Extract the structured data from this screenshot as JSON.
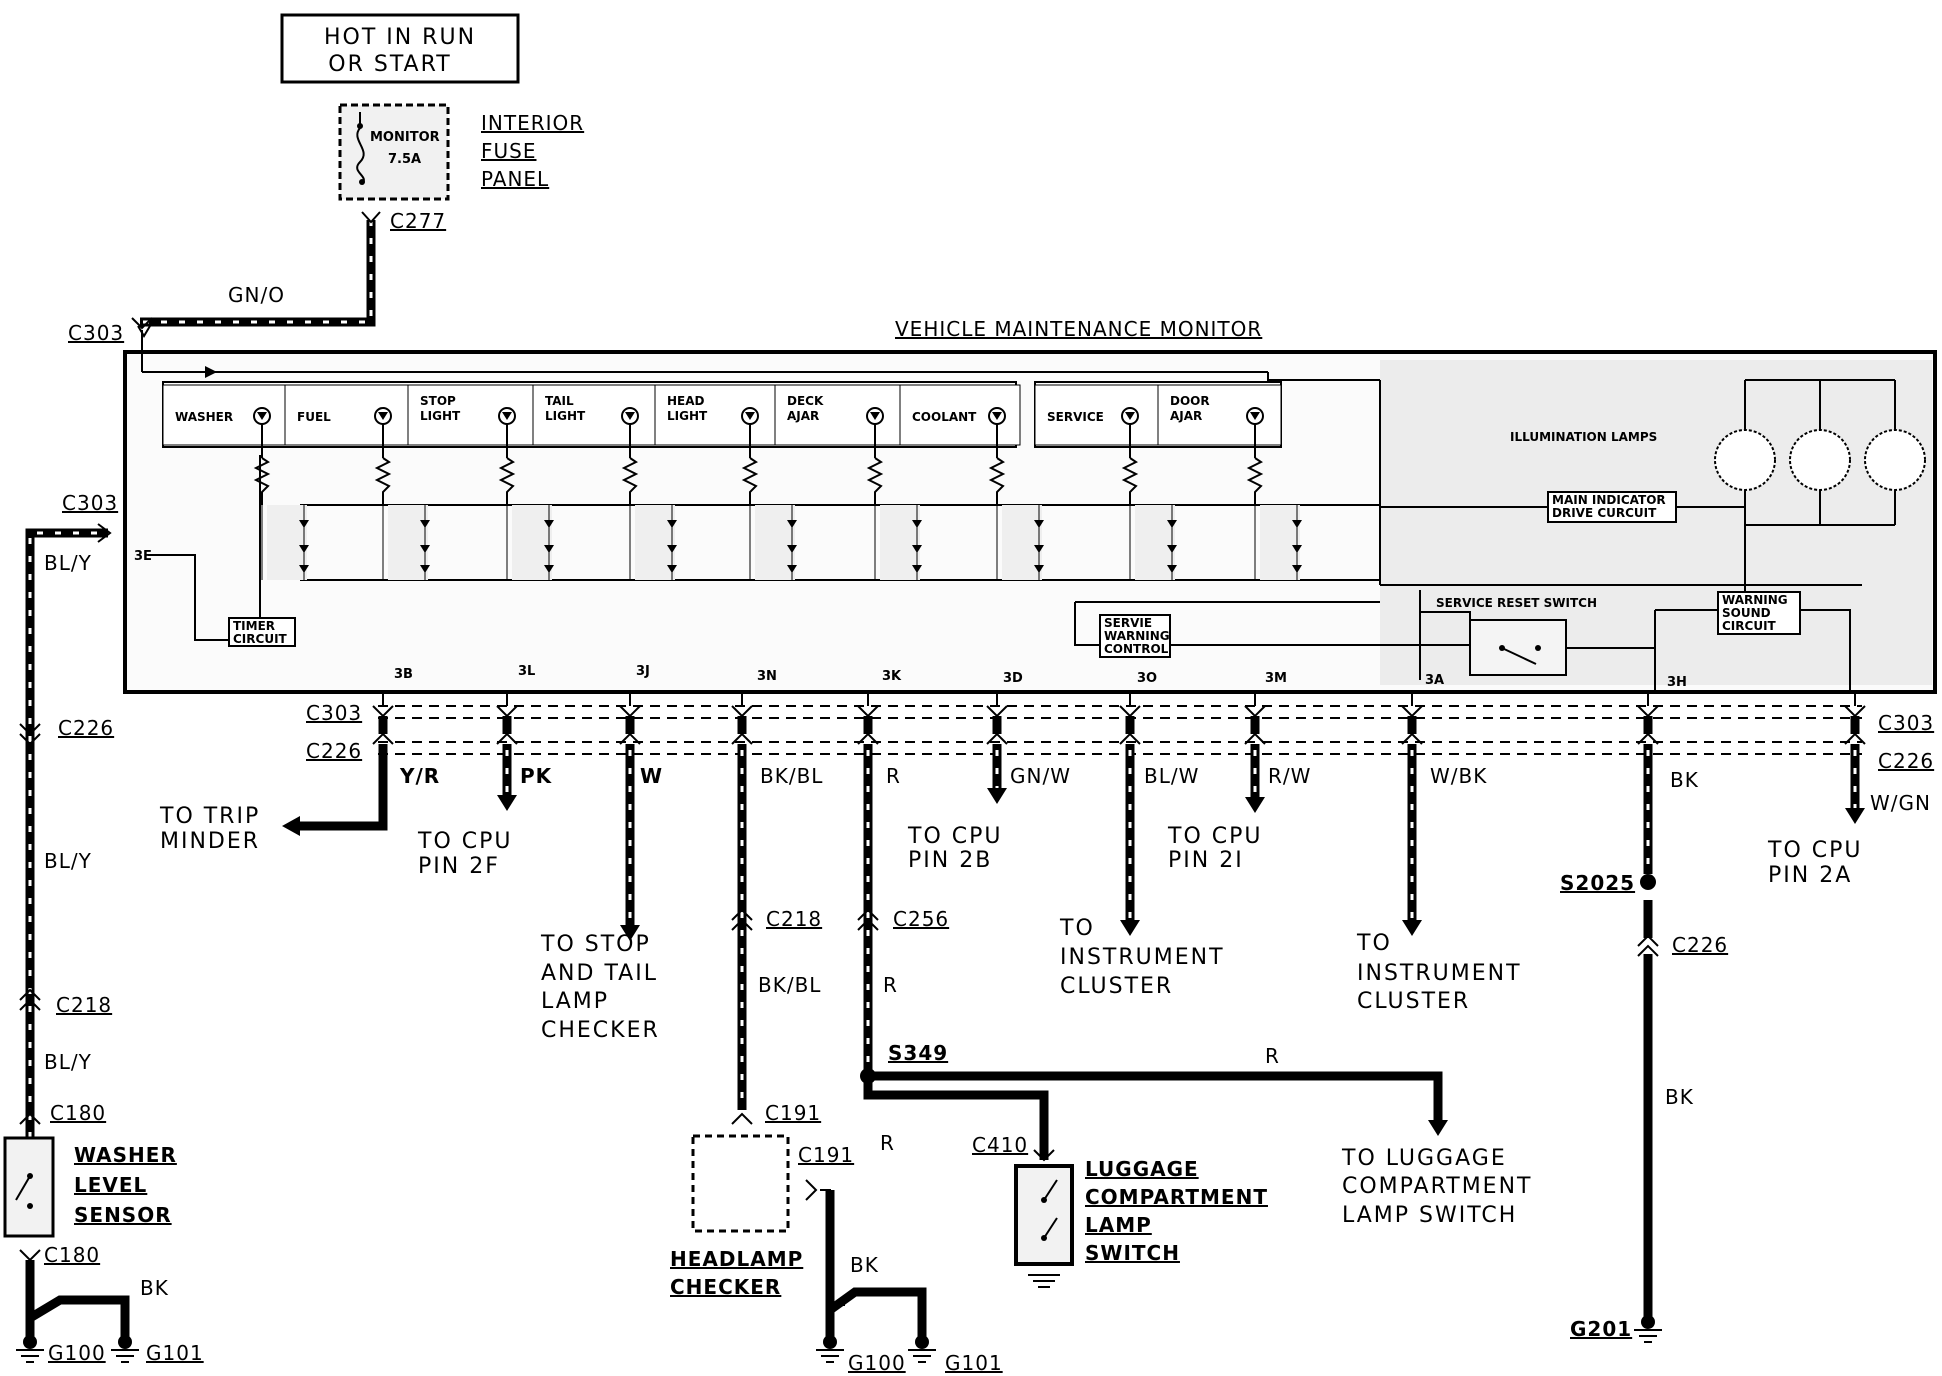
{
  "power": {
    "line1": "HOT  IN  RUN",
    "line2": "OR  START"
  },
  "fuse": {
    "name": "MONITOR",
    "rating": "7.5A",
    "panel": [
      "INTERIOR",
      "FUSE",
      "PANEL"
    ],
    "connector": "C277"
  },
  "wires": {
    "gn_o": "GN/O",
    "bl_y_1": "BL/Y",
    "bl_y_2": "BL/Y",
    "bl_y_3": "BL/Y",
    "bk": "BK"
  },
  "connectors": {
    "c303_a": "C303",
    "c303_b": "C303",
    "c303_c": "C303",
    "c303_d": "C303",
    "c226_a": "C226",
    "c226_b": "C226",
    "c226_c": "C226",
    "c226_d": "C226",
    "c218_a": "C218",
    "c218_b": "C218",
    "c180_a": "C180",
    "c180_b": "C180",
    "c256": "C256",
    "c191_a": "C191",
    "c191_b": "C191",
    "c410": "C410",
    "s349": "S349",
    "s2025": "S2025"
  },
  "grounds": {
    "g100_a": "G100",
    "g101_a": "G101",
    "g100_b": "G100",
    "g101_b": "G101",
    "g201": "G201"
  },
  "module": {
    "title": "VEHICLE  MAINTENANCE  MONITOR",
    "indicators": [
      {
        "l1": "WASHER",
        "l2": ""
      },
      {
        "l1": "FUEL",
        "l2": ""
      },
      {
        "l1": "STOP",
        "l2": "LIGHT"
      },
      {
        "l1": "TAIL",
        "l2": "LIGHT"
      },
      {
        "l1": "HEAD",
        "l2": "LIGHT"
      },
      {
        "l1": "DECK",
        "l2": "AJAR"
      },
      {
        "l1": "COOLANT",
        "l2": ""
      },
      {
        "l1": "SERVICE",
        "l2": ""
      },
      {
        "l1": "DOOR",
        "l2": "AJAR"
      }
    ],
    "illumination": "ILLUMINATION LAMPS",
    "main_indicator": [
      "MAIN INDICATOR",
      "DRIVE CURCUIT"
    ],
    "timer": [
      "TIMER",
      "CIRCUIT"
    ],
    "servie": [
      "SERVIE",
      "WARNING",
      "CONTROL"
    ],
    "reset": "SERVICE RESET SWITCH",
    "warning_sound": [
      "WARNING",
      "SOUND",
      "CIRCUIT"
    ],
    "pins": [
      "3E",
      "3B",
      "3L",
      "3J",
      "3N",
      "3K",
      "3D",
      "3O",
      "3M",
      "3A",
      "3H"
    ]
  },
  "branches": {
    "yr": "Y/R",
    "pk": "PK",
    "w": "W",
    "bkbl": "BK/BL",
    "bkbl2": "BK/BL",
    "r": "R",
    "r2": "R",
    "r3": "R",
    "r4": "R",
    "gnw": "GN/W",
    "blw": "BL/W",
    "rw": "R/W",
    "wbk": "W/BK",
    "bk": "BK",
    "bk2": "BK",
    "bk3": "BK",
    "wgn": "W/GN"
  },
  "dest": {
    "trip": [
      "TO  TRIP",
      "MINDER"
    ],
    "cpu2f": [
      "TO  CPU",
      "PIN  2F"
    ],
    "stop": [
      "TO  STOP",
      "AND  TAIL",
      "LAMP",
      "CHECKER"
    ],
    "cpu2b": [
      "TO  CPU",
      "PIN  2B"
    ],
    "ic1": [
      "TO",
      "INSTRUMENT",
      "CLUSTER"
    ],
    "cpu2i": [
      "TO  CPU",
      "PIN  2I"
    ],
    "ic2": [
      "TO",
      "INSTRUMENT",
      "CLUSTER"
    ],
    "cpu2a": [
      "TO  CPU",
      "PIN  2A"
    ],
    "lug": [
      "TO  LUGGAGE",
      "COMPARTMENT",
      "LAMP  SWITCH"
    ]
  },
  "components": {
    "washer": [
      "WASHER",
      "LEVEL",
      "SENSOR"
    ],
    "headlamp": [
      "HEADLAMP",
      "CHECKER"
    ],
    "luggage": [
      "LUGGAGE",
      "COMPARTMENT",
      "LAMP",
      "SWITCH"
    ]
  }
}
